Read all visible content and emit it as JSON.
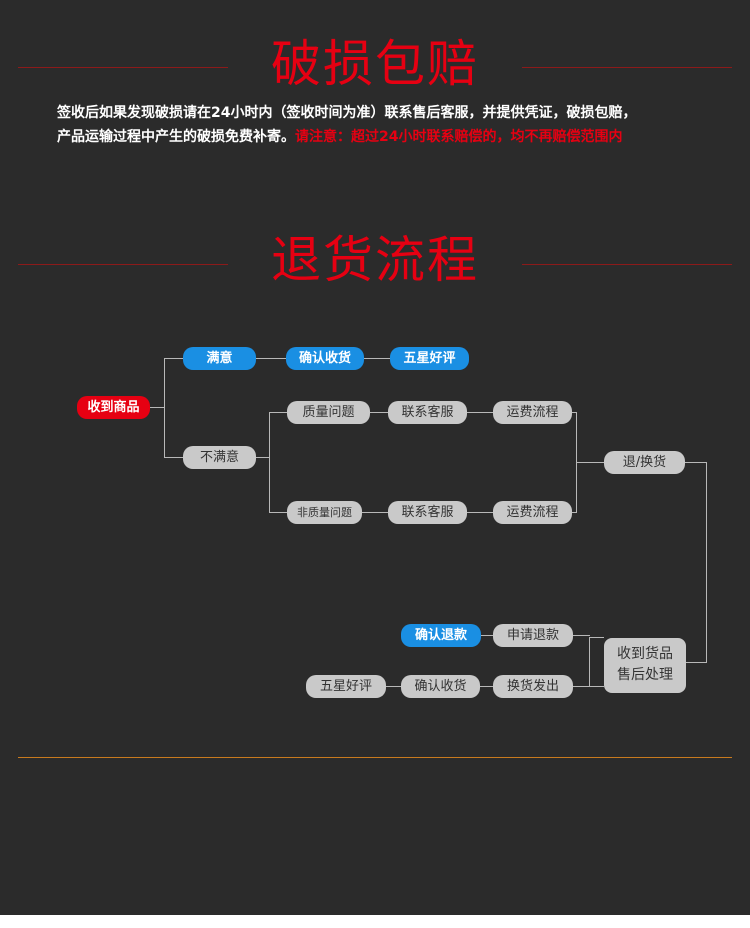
{
  "section1": {
    "title": "破损包赔",
    "para_line1": "签收后如果发现破损请在24小时内（签收时间为准）联系售后客服，并提供凭证，破损包赔，",
    "para_line2_white": "产品运输过程中产生的破损免费补寄。",
    "para_line2_red": "请注意：超过24小时联系赔偿的，均不再赔偿范围内"
  },
  "section2": {
    "title": "退货流程"
  },
  "flow": {
    "receive": "收到商品",
    "satisfied": "满意",
    "confirm_receipt_top": "确认收货",
    "five_star_top": "五星好评",
    "unsatisfied": "不满意",
    "quality_issue": "质量问题",
    "contact_cs_1": "联系客服",
    "shipping_fee_1": "运费流程",
    "non_quality_issue": "非质量问题",
    "contact_cs_2": "联系客服",
    "shipping_fee_2": "运费流程",
    "return_exchange": "退/换货",
    "after_sales": "收到货品\n售后处理",
    "apply_refund": "申请退款",
    "confirm_refund": "确认退款",
    "exchange_ship": "换货发出",
    "confirm_receipt_bottom": "确认收货",
    "five_star_bottom": "五星好评"
  },
  "colors": {
    "background": "#2b2b2b",
    "title_red": "#e60012",
    "pill_blue": "#1a8fe3",
    "pill_gray": "#c9c9c9",
    "divider_orange": "#c87a1e"
  }
}
